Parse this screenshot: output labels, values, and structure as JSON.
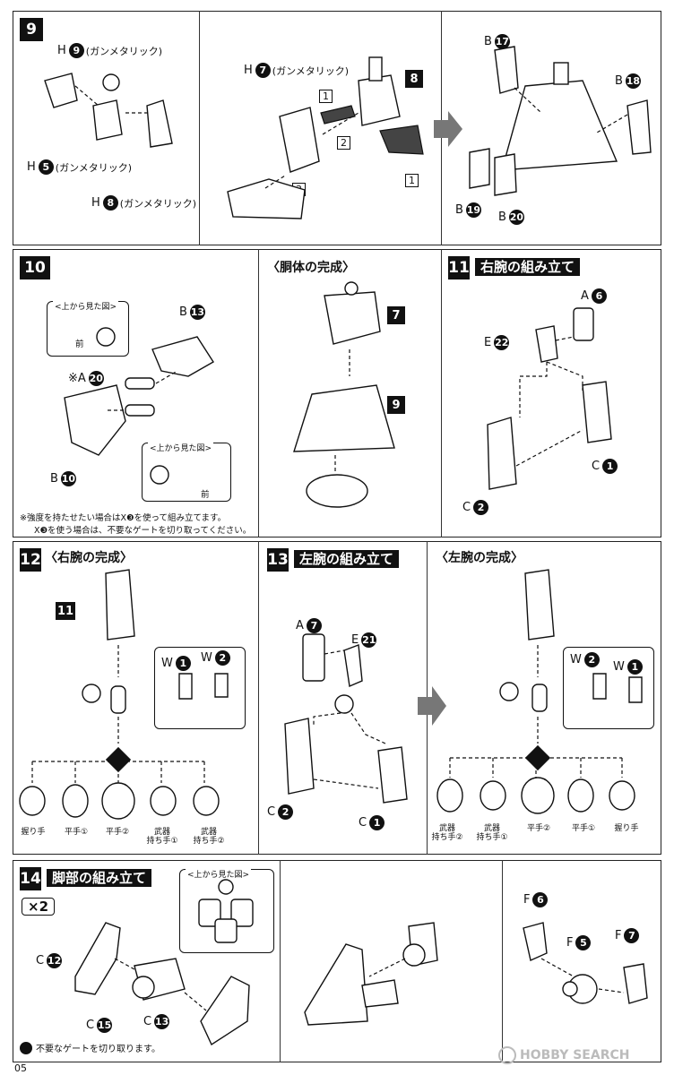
{
  "step9": {
    "number": "9",
    "labels": {
      "h9": {
        "letter": "H",
        "num": "9",
        "note": "(ガンメタリック)"
      },
      "h5": {
        "letter": "H",
        "num": "5",
        "note": "(ガンメタリック)"
      },
      "h8": {
        "letter": "H",
        "num": "8",
        "note": "(ガンメタリック)"
      },
      "h7": {
        "letter": "H",
        "num": "7",
        "note": "(ガンメタリック)"
      },
      "b17": {
        "letter": "B",
        "num": "17"
      },
      "b18": {
        "letter": "B",
        "num": "18"
      },
      "b19": {
        "letter": "B",
        "num": "19"
      },
      "b20": {
        "letter": "B",
        "num": "20"
      }
    },
    "ref_part": "8",
    "order_marks": [
      "1",
      "2",
      "3",
      "1"
    ]
  },
  "step10": {
    "number": "10",
    "top_view_label": "<上から見た図>",
    "front_label": "前",
    "labels": {
      "b13": {
        "letter": "B",
        "num": "13"
      },
      "a20": {
        "prefix": "※",
        "letter": "A",
        "num": "20"
      },
      "b10": {
        "letter": "B",
        "num": "10"
      }
    },
    "notes": [
      "※強度を持たせたい場合はX❸を使って組み立てます。",
      "X❸を使う場合は、不要なゲートを切り取ってください。"
    ]
  },
  "torso": {
    "title": "〈胴体の完成〉",
    "ref_a": "7",
    "ref_b": "9"
  },
  "step11": {
    "number": "11",
    "title": "右腕の組み立て",
    "labels": {
      "a6": {
        "letter": "A",
        "num": "6"
      },
      "e22": {
        "letter": "E",
        "num": "22"
      },
      "c1": {
        "letter": "C",
        "num": "1"
      },
      "c2": {
        "letter": "C",
        "num": "2"
      }
    }
  },
  "step12": {
    "number": "12",
    "title": "〈右腕の完成〉",
    "ref": "11",
    "labels": {
      "w1": {
        "letter": "W",
        "num": "1"
      },
      "w2": {
        "letter": "W",
        "num": "2"
      }
    },
    "hands": [
      "握り手",
      "平手①",
      "平手②",
      "武器\n持ち手①",
      "武器\n持ち手②"
    ]
  },
  "step13": {
    "number": "13",
    "title": "左腕の組み立て",
    "labels": {
      "a7": {
        "letter": "A",
        "num": "7"
      },
      "e21": {
        "letter": "E",
        "num": "21"
      },
      "c2": {
        "letter": "C",
        "num": "2"
      },
      "c1": {
        "letter": "C",
        "num": "1"
      }
    }
  },
  "left_arm": {
    "title": "〈左腕の完成〉",
    "labels": {
      "w2": {
        "letter": "W",
        "num": "2"
      },
      "w1": {
        "letter": "W",
        "num": "1"
      }
    },
    "hands": [
      "武器\n持ち手②",
      "武器\n持ち手①",
      "平手②",
      "平手①",
      "握り手"
    ]
  },
  "step14": {
    "number": "14",
    "title": "脚部の組み立て",
    "multiplier": "×2",
    "top_view_label": "<上から見た図>",
    "labels": {
      "c12": {
        "letter": "C",
        "num": "12"
      },
      "c15": {
        "letter": "C",
        "num": "15"
      },
      "c13": {
        "letter": "C",
        "num": "13"
      },
      "f6": {
        "letter": "F",
        "num": "6"
      },
      "f5": {
        "letter": "F",
        "num": "5"
      },
      "f7": {
        "letter": "F",
        "num": "7"
      }
    },
    "gate_note": "不要なゲートを切り取ります。"
  },
  "footer": {
    "page": "05",
    "watermark": "HOBBY SEARCH"
  }
}
